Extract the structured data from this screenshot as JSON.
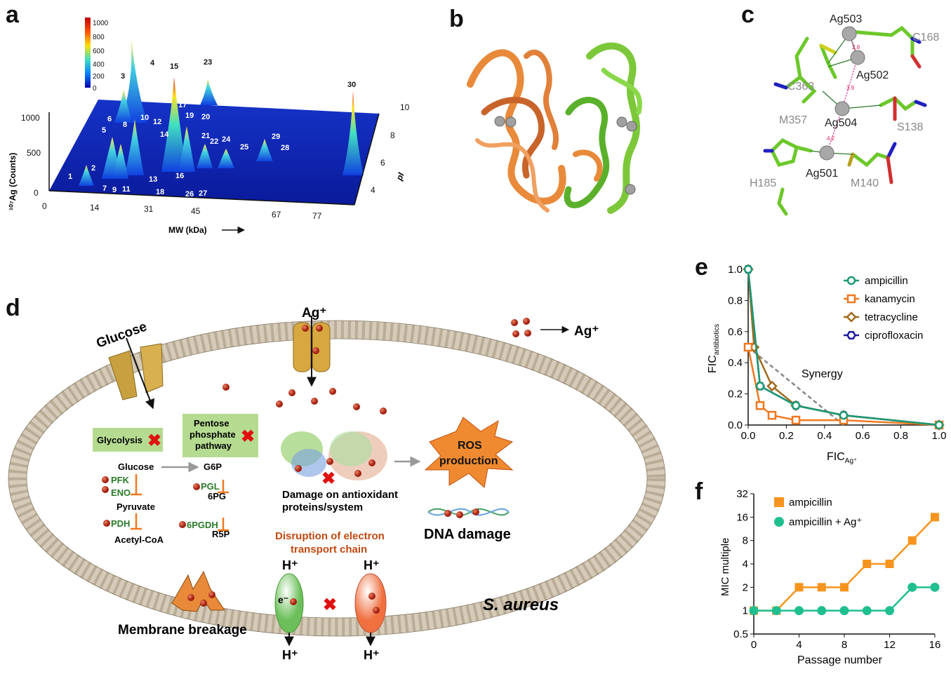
{
  "panels": {
    "a": {
      "letter": "a",
      "colorbar_ticks": [
        "1000",
        "800",
        "600",
        "400",
        "200",
        "0"
      ],
      "y_axis_label": "¹⁰⁷Ag (Counts)",
      "y_ticks": [
        "1000",
        "500",
        "0"
      ],
      "x_axis_label": "MW (kDa)",
      "x_ticks": [
        "0",
        "14",
        "31",
        "45",
        "67",
        "77"
      ],
      "z_axis_label": "pI",
      "z_ticks": [
        "10",
        "8",
        "6",
        "4"
      ],
      "peak_labels": [
        "1",
        "2",
        "3",
        "4",
        "5",
        "6",
        "7",
        "8",
        "9",
        "10",
        "11",
        "12",
        "13",
        "14",
        "15",
        "16",
        "17",
        "18",
        "19",
        "20",
        "21",
        "22",
        "23",
        "24",
        "25",
        "26",
        "27",
        "28",
        "29",
        "30"
      ]
    },
    "b": {
      "letter": "b"
    },
    "c": {
      "letter": "c",
      "ions": [
        "Ag503",
        "Ag502",
        "Ag504",
        "Ag501"
      ],
      "residues": [
        "C168",
        "C363",
        "M357",
        "S138",
        "H185",
        "M140"
      ],
      "distances": [
        "2.8",
        "3.9",
        "4.2"
      ]
    },
    "d": {
      "letter": "d",
      "ag_label": "Ag⁺",
      "legend_label": "Ag⁺",
      "glucose_label": "Glucose",
      "glycolysis": "Glycolysis",
      "ppp": [
        "Pentose",
        "phosphate",
        "pathway"
      ],
      "metabolites": {
        "glucose": "Glucose",
        "g6p": "G6P",
        "pyruvate": "Pyruvate",
        "sixpg": "6PG",
        "acetyl": "Acetyl-CoA",
        "r5p": "R5P"
      },
      "enzymes": {
        "pfk": "PFK",
        "eno": "ENO",
        "pgl": "PGL",
        "pdh": "PDH",
        "sixpgdh": "6PGDH"
      },
      "ros": [
        "ROS",
        "production"
      ],
      "damage": [
        "Damage on antioxidant",
        "proteins/system"
      ],
      "dna": "DNA damage",
      "etc": [
        "Disruption of electron",
        "transport chain"
      ],
      "hplus": "H⁺",
      "electron": "e⁻",
      "membrane": "Membrane breakage",
      "organism": "S. aureus"
    },
    "e": {
      "letter": "e",
      "ylabel_main": "FIC",
      "ylabel_sub": "antibiotics",
      "xlabel_main": "FIC",
      "xlabel_sub": "Ag⁺",
      "annotation": "Synergy",
      "x_ticks": [
        "0.0",
        "0.2",
        "0.4",
        "0.6",
        "0.8",
        "1.0"
      ],
      "y_ticks": [
        "0.0",
        "0.2",
        "0.4",
        "0.6",
        "0.8",
        "1.0"
      ]
    },
    "f": {
      "letter": "f",
      "ylabel": "MIC multiple",
      "xlabel": "Passage number",
      "x_ticks": [
        "0",
        "4",
        "8",
        "12",
        "16"
      ],
      "y_ticks": [
        "0.5",
        "1",
        "2",
        "4",
        "8",
        "16",
        "32"
      ]
    }
  },
  "chart_data": [
    {
      "type": "line",
      "panel": "e",
      "xlabel": "FIC Ag⁺",
      "ylabel": "FIC antibiotics",
      "xlim": [
        0,
        1
      ],
      "ylim": [
        0,
        1
      ],
      "legend_position": "top-right",
      "colors": {
        "ampicillin": "#1a9a73",
        "kanamycin": "#f07820",
        "tetracycline": "#a0691e",
        "ciprofloxacin": "#1a1aa0",
        "synergy": "#888888"
      },
      "series": [
        {
          "name": "ampicillin",
          "marker": "circle",
          "x": [
            0,
            0.0625,
            0.25,
            0.5,
            1.0
          ],
          "y": [
            1.0,
            0.25,
            0.125,
            0.0625,
            0
          ]
        },
        {
          "name": "kanamycin",
          "marker": "square",
          "x": [
            0,
            0.0625,
            0.125,
            0.25,
            0.5,
            1.0
          ],
          "y": [
            0.5,
            0.125,
            0.0625,
            0.03125,
            0.03125,
            0
          ]
        },
        {
          "name": "tetracycline",
          "marker": "diamond",
          "x": [
            0,
            0.03125,
            0.125,
            0.25,
            0.5,
            1.0
          ],
          "y": [
            1.0,
            0.5,
            0.25,
            0.125,
            0.0625,
            0
          ]
        },
        {
          "name": "ciprofloxacin",
          "marker": "hexagon",
          "x": [
            0,
            0.0625,
            0.25,
            0.5,
            1.0
          ],
          "y": [
            1.0,
            0.25,
            0.125,
            0.0625,
            0
          ]
        }
      ],
      "reference_line": {
        "x": [
          0,
          0.5
        ],
        "y": [
          0.5,
          0
        ]
      }
    },
    {
      "type": "line",
      "panel": "f",
      "xlabel": "Passage number",
      "ylabel": "MIC multiple",
      "yscale": "log2",
      "xlim": [
        0,
        16
      ],
      "ylim": [
        0.5,
        32
      ],
      "legend_position": "top-left",
      "colors": {
        "ampicillin": "#f7941d",
        "ampicillin + Ag⁺": "#1fbf8f"
      },
      "series": [
        {
          "name": "ampicillin",
          "marker": "square",
          "x": [
            0,
            2,
            4,
            6,
            8,
            10,
            12,
            14,
            16
          ],
          "y": [
            1,
            1,
            2,
            2,
            2,
            4,
            4,
            8,
            16
          ]
        },
        {
          "name": "ampicillin + Ag⁺",
          "marker": "circle",
          "x": [
            0,
            2,
            4,
            6,
            8,
            10,
            12,
            14,
            16
          ],
          "y": [
            1,
            1,
            1,
            1,
            1,
            1,
            1,
            2,
            2
          ]
        }
      ]
    }
  ]
}
